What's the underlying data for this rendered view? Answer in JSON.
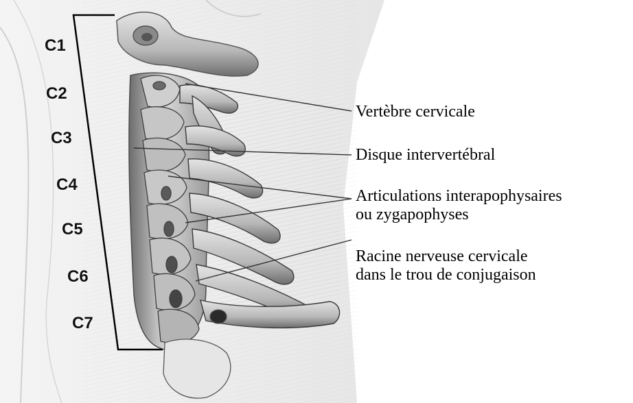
{
  "vertebra_levels": [
    "C1",
    "C2",
    "C3",
    "C4",
    "C5",
    "C6",
    "C7"
  ],
  "annotations": {
    "vertebre_cervicale": "Vertèbre cervicale",
    "disque_intervertebral": "Disque intervertébral",
    "articulations_line1": "Articulations interapophysaires",
    "articulations_line2": "ou zygapophyses",
    "racine_line1": "Racine nerveuse cervicale",
    "racine_line2": "dans le trou de conjugaison"
  }
}
